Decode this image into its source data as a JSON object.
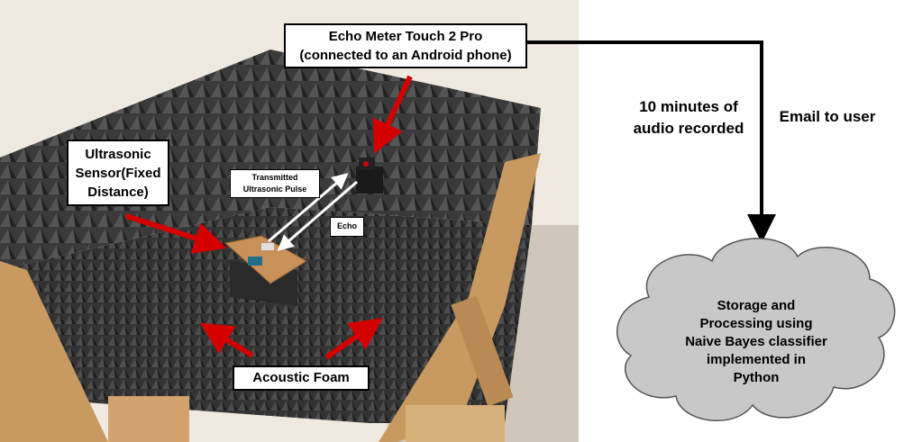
{
  "labels": {
    "echo_meter": "Echo Meter Touch 2 Pro\n(connected to an Android phone)",
    "ultrasonic_sensor": "Ultrasonic\nSensor(Fixed\nDistance)",
    "transmitted_pulse": "Transmitted\nUltrasonic Pulse",
    "echo": "Echo",
    "acoustic_foam": "Acoustic Foam",
    "audio_recorded": "10 minutes of\naudio recorded",
    "email": "Email to user",
    "cloud": "Storage and\nProcessing  using\nNaive Bayes classifier\nimplemented in\nPython"
  },
  "colors": {
    "pointer_arrow": "#d40000",
    "flow_line": "#000000",
    "signal_arrow": "#ffffff",
    "cloud_fill": "#c8c8c8",
    "foam": "#3a3a3a",
    "wood": "#c89a62",
    "wall": "#efe9df"
  }
}
